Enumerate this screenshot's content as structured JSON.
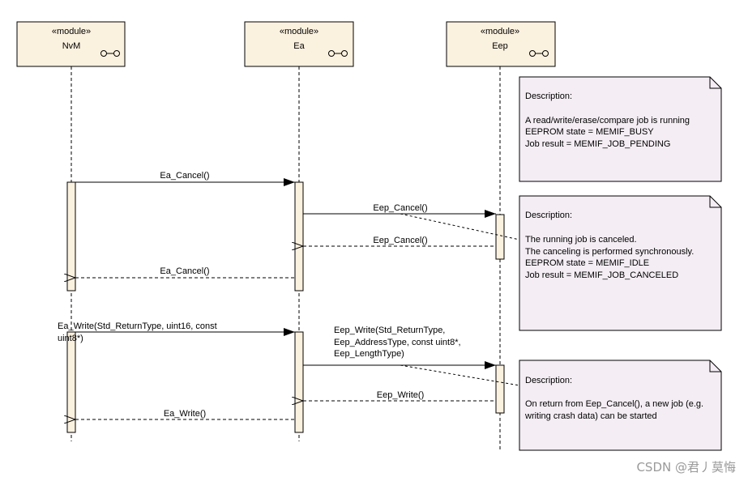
{
  "participants": [
    {
      "stereotype": "«module»",
      "name": "NvM"
    },
    {
      "stereotype": "«module»",
      "name": "Ea"
    },
    {
      "stereotype": "«module»",
      "name": "Eep"
    }
  ],
  "messages": {
    "ea_cancel": "Ea_Cancel()",
    "eep_cancel": "Eep_Cancel()",
    "eep_cancel_return": "Eep_Cancel()",
    "ea_cancel_return": "Ea_Cancel()",
    "ea_write_line1": "Ea_Write(Std_ReturnType, uint16, const",
    "ea_write_line2": "uint8*)",
    "eep_write_line1": "Eep_Write(Std_ReturnType,",
    "eep_write_line2": "Eep_AddressType, const uint8*,",
    "eep_write_line3": "Eep_LengthType)",
    "eep_write_return": "Eep_Write()",
    "ea_write_return": "Ea_Write()"
  },
  "notes": [
    {
      "title": "Description:",
      "lines": [
        "A read/write/erase/compare job is running",
        "EEPROM state = MEMIF_BUSY",
        "Job result = MEMIF_JOB_PENDING"
      ]
    },
    {
      "title": "Description:",
      "lines": [
        "The running job is canceled.",
        "The canceling is performed synchronously.",
        "EEPROM state = MEMIF_IDLE",
        "Job result = MEMIF_JOB_CANCELED"
      ]
    },
    {
      "title": "Description:",
      "lines": [
        "On return from Eep_Cancel(), a new job (e.g.",
        "writing crash data) can be started"
      ]
    }
  ],
  "watermark": "CSDN @君丿莫悔",
  "colors": {
    "box_fill": "#fbf1df",
    "note_fill": "#f4eef4",
    "line": "#000000"
  }
}
